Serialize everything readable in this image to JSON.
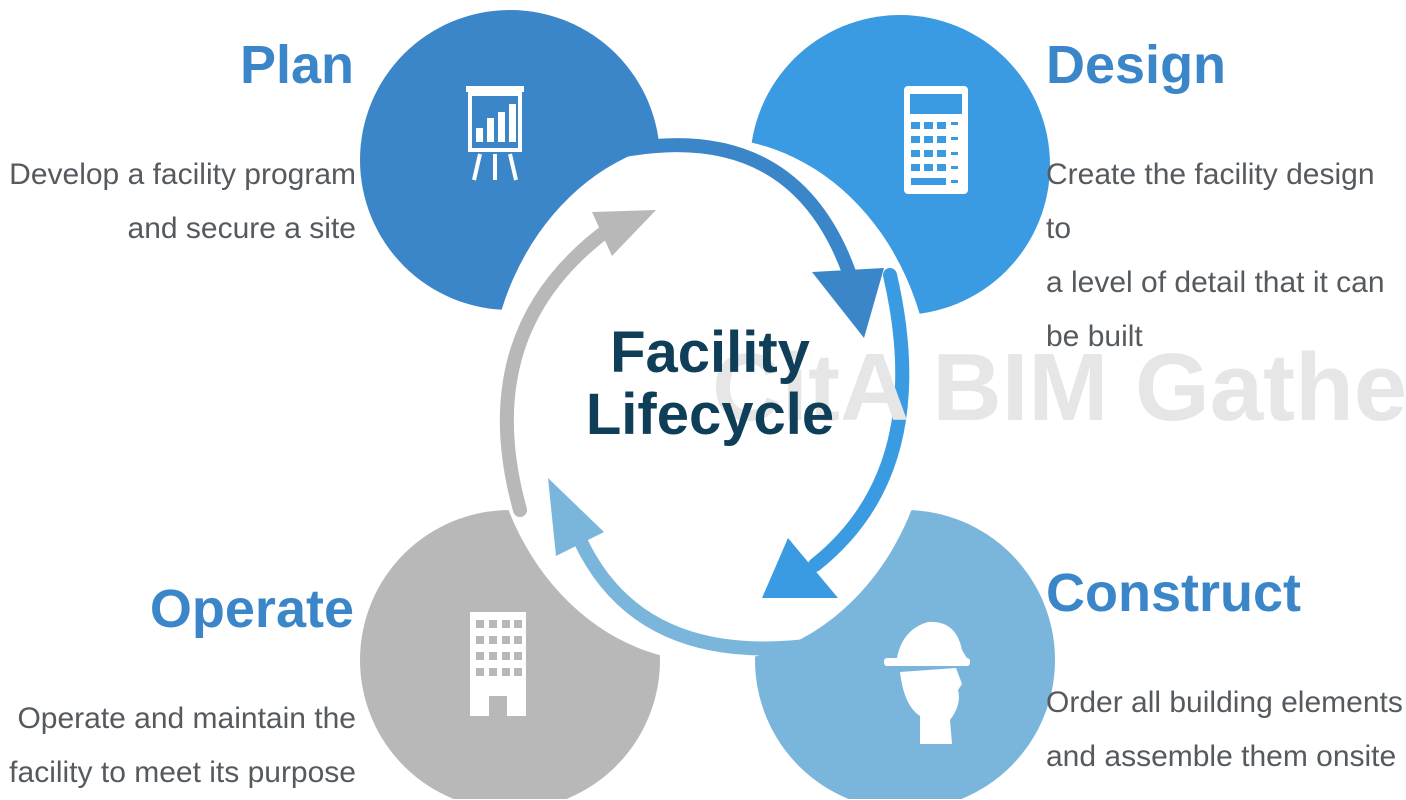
{
  "center_title": {
    "line1": "Facility",
    "line2": "Lifecycle"
  },
  "watermark": "CitA BIM Gatheri",
  "stages": {
    "plan": {
      "title": "Plan",
      "desc_line1": "Develop a facility program",
      "desc_line2": "and secure a site",
      "color": "#3a86c8",
      "icon": "presentation-chart-icon"
    },
    "design": {
      "title": "Design",
      "desc_line1": "Create the facility design to",
      "desc_line2": "a level of detail that it can",
      "desc_line3": "be built",
      "color": "#3b9be2",
      "icon": "calculator-icon"
    },
    "construct": {
      "title": "Construct",
      "desc_line1": "Order all building elements",
      "desc_line2": "and assemble them onsite",
      "color": "#7ab6dc",
      "icon": "hard-hat-worker-icon"
    },
    "operate": {
      "title": "Operate",
      "desc_line1": "Operate and maintain the",
      "desc_line2": "facility to meet its purpose",
      "color": "#b8b8b8",
      "icon": "office-building-icon"
    }
  },
  "colors": {
    "title_blue": "#3a86c8",
    "center_text": "#0f3e58",
    "desc_text": "#555a5f",
    "arrow_gray": "#b8b8b8"
  }
}
